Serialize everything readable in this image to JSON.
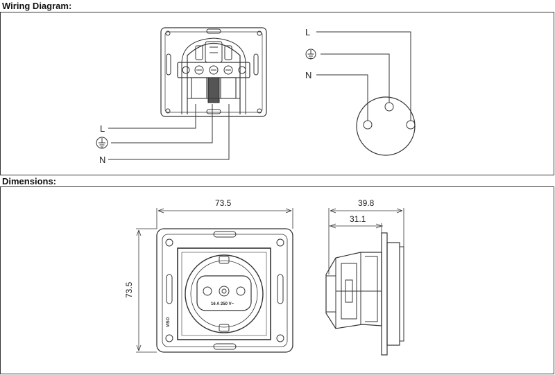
{
  "sections": {
    "wiring_title": "Wiring Diagram:",
    "dimensions_title": "Dimensions:"
  },
  "wiring": {
    "left_labels": {
      "live": "L",
      "neutral": "N"
    },
    "right_labels": {
      "live": "L",
      "neutral": "N"
    },
    "earth_icon": "earth-ground-icon"
  },
  "dimensions": {
    "width": "73.5",
    "height": "73.5",
    "depth_total": "39.8",
    "depth_body": "31.1",
    "rating_text": "16 A 250 V~",
    "brand_text": "VISO"
  }
}
